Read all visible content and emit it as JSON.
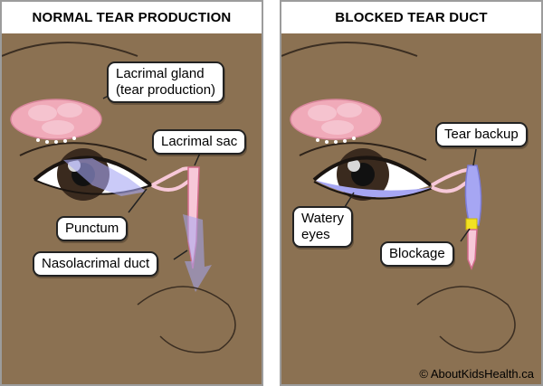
{
  "panels": {
    "left": {
      "title": "NORMAL TEAR PRODUCTION",
      "labels": {
        "lacrimal_gland": "Lacrimal gland\n(tear production)",
        "lacrimal_sac": "Lacrimal sac",
        "punctum": "Punctum",
        "nasolacrimal_duct": "Nasolacrimal duct"
      }
    },
    "right": {
      "title": "BLOCKED TEAR DUCT",
      "labels": {
        "tear_backup": "Tear backup",
        "watery_eyes": "Watery\neyes",
        "blockage": "Blockage"
      }
    }
  },
  "credit": "© AboutKidsHealth.ca",
  "colors": {
    "skin": "#8b7152",
    "gland": "#f0aab9",
    "tear_flow": "#a6a6f3",
    "duct": "#f7c8d8",
    "blockage": "#f2e222",
    "iris": "#3a2a1e"
  }
}
